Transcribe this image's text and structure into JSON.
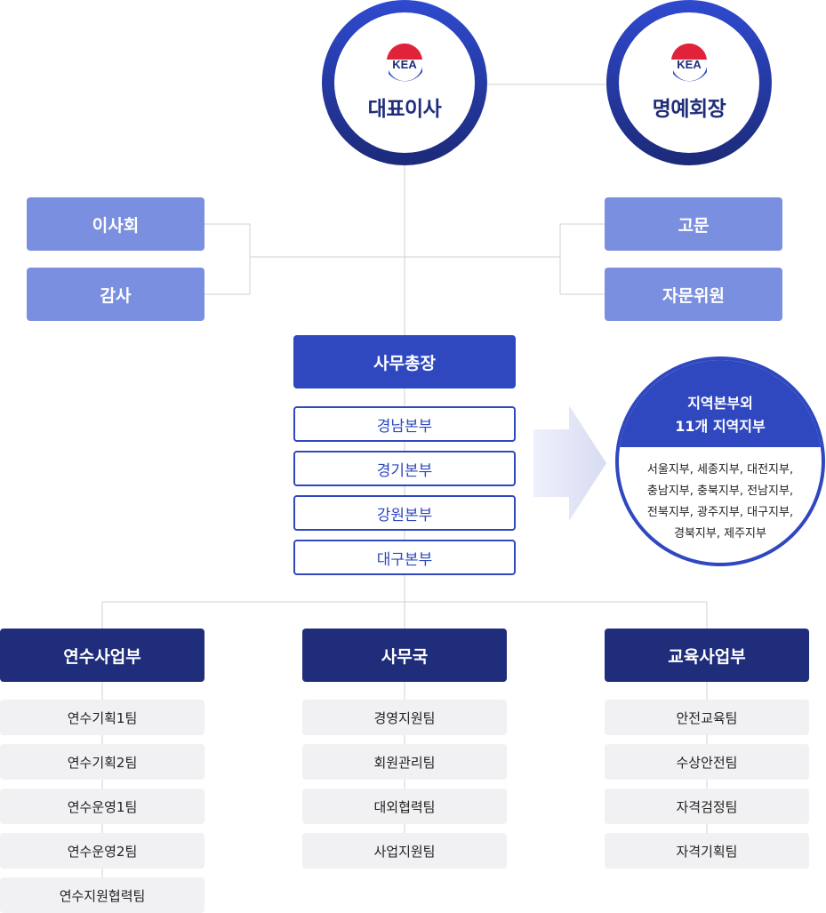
{
  "top": {
    "ceo": {
      "logo_text": "KEA",
      "title": "대표이사"
    },
    "chairman": {
      "logo_text": "KEA",
      "title": "명예회장"
    }
  },
  "left_boxes": [
    "이사회",
    "감사"
  ],
  "right_boxes": [
    "고문",
    "자문위원"
  ],
  "secretary_general": "사무총장",
  "headquarters": [
    "경남본부",
    "경기본부",
    "강원본부",
    "대구본부"
  ],
  "regional": {
    "title_line1": "지역본부외",
    "title_line2": "11개 지역지부",
    "branches": [
      "서울지부, 세종지부, 대전지부,",
      "충남지부, 충북지부, 전남지부,",
      "전북지부, 광주지부, 대구지부,",
      "경북지부, 제주지부"
    ]
  },
  "departments": [
    {
      "name": "연수사업부",
      "teams": [
        "연수기획1팀",
        "연수기획2팀",
        "연수운영1팀",
        "연수운영2팀",
        "연수지원협력팀"
      ]
    },
    {
      "name": "사무국",
      "teams": [
        "경영지원팀",
        "회원관리팀",
        "대외협력팀",
        "사업지원팀"
      ]
    },
    {
      "name": "교육사업부",
      "teams": [
        "안전교육팀",
        "수상안전팀",
        "자격검정팀",
        "자격기획팀"
      ]
    }
  ],
  "colors": {
    "navy": "#1f2d7a",
    "blue": "#2f48c0",
    "light_blue": "#7b8fe0",
    "logo_red": "#e0223a",
    "team_bg": "#f1f1f3",
    "line": "#d0d0d4"
  }
}
